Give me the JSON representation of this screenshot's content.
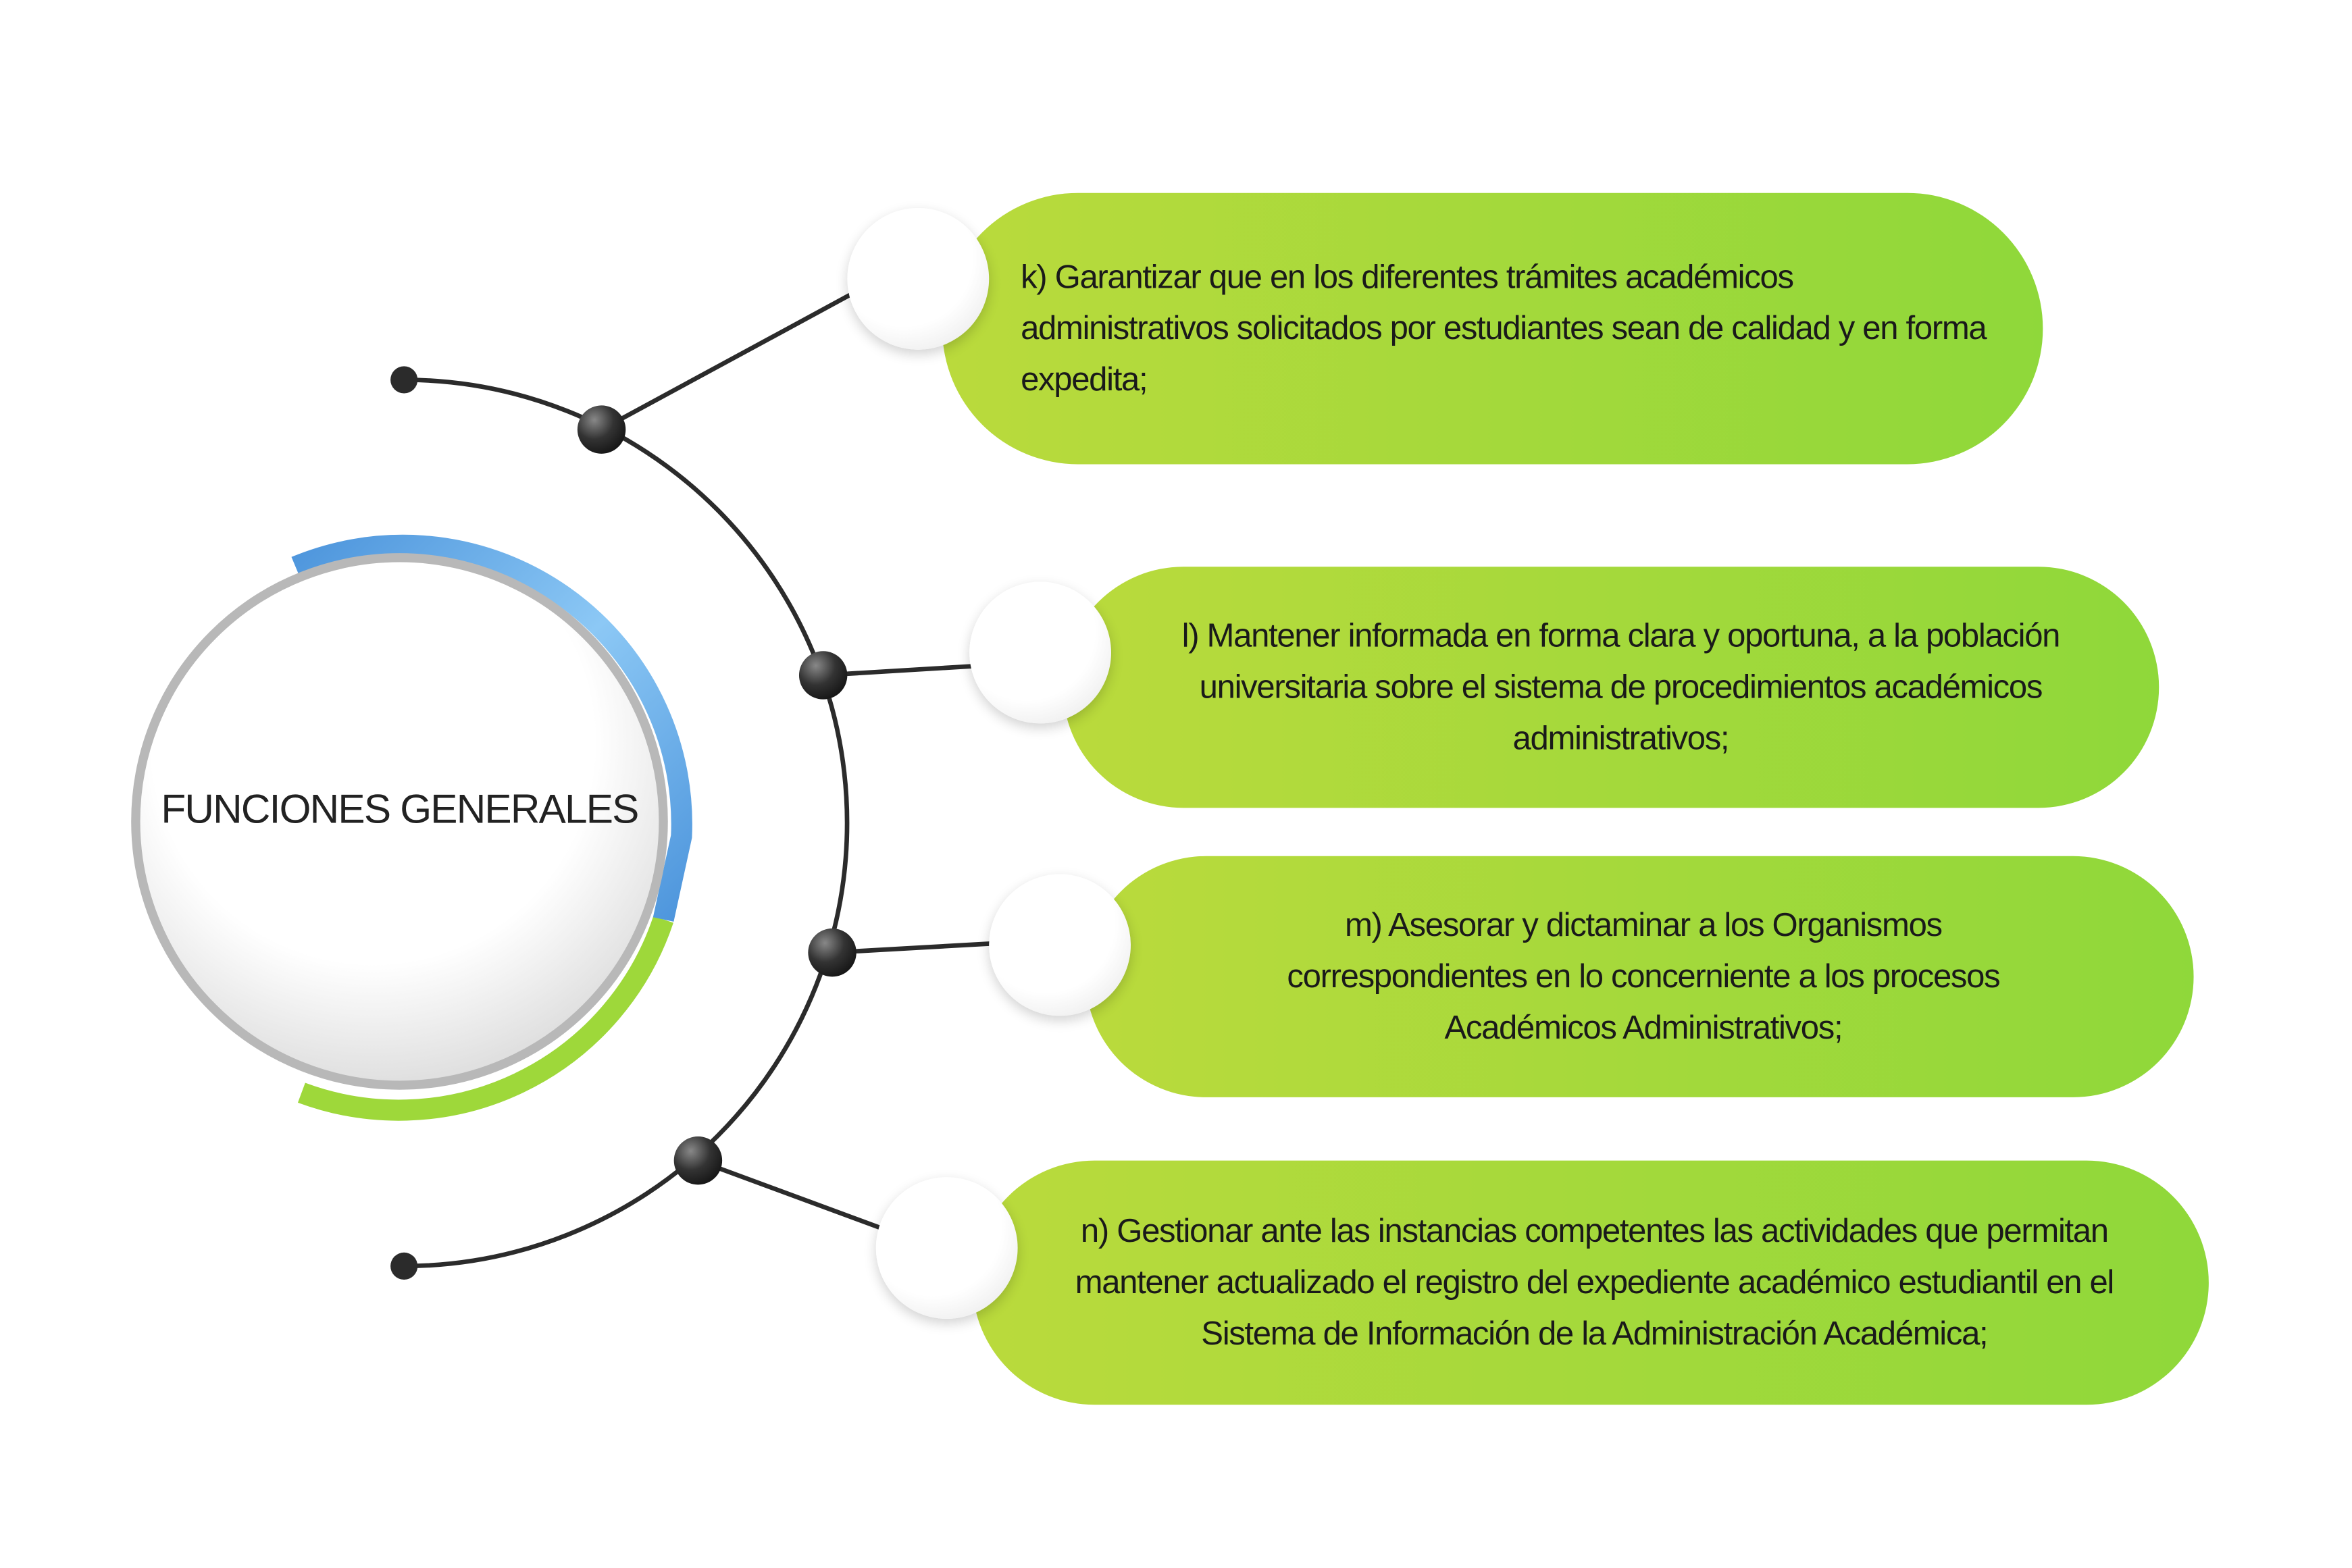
{
  "center": {
    "title": "FUNCIONES GENERALES"
  },
  "items": [
    {
      "text": "k) Garantizar que en los diferentes trámites académicos administrativos solicitados por estudiantes sean de calidad y en forma expedita;"
    },
    {
      "text": "l) Mantener informada en forma clara y oportuna, a la población universitaria sobre el sistema de procedimientos académicos administrativos;"
    },
    {
      "text": "m) Asesorar y dictaminar a los Organismos correspondientes en lo concerniente a los procesos Académicos Administrativos;"
    },
    {
      "text": "n) Gestionar ante las instancias competentes las actividades que permitan mantener actualizado el registro del expediente académico estudiantil en el Sistema de Información de la Administración Académica;"
    }
  ],
  "colors": {
    "green_start": "#bada3c",
    "green_end": "#8fd83a",
    "blue": "#5aa6e6",
    "line": "#2b2b2b"
  }
}
